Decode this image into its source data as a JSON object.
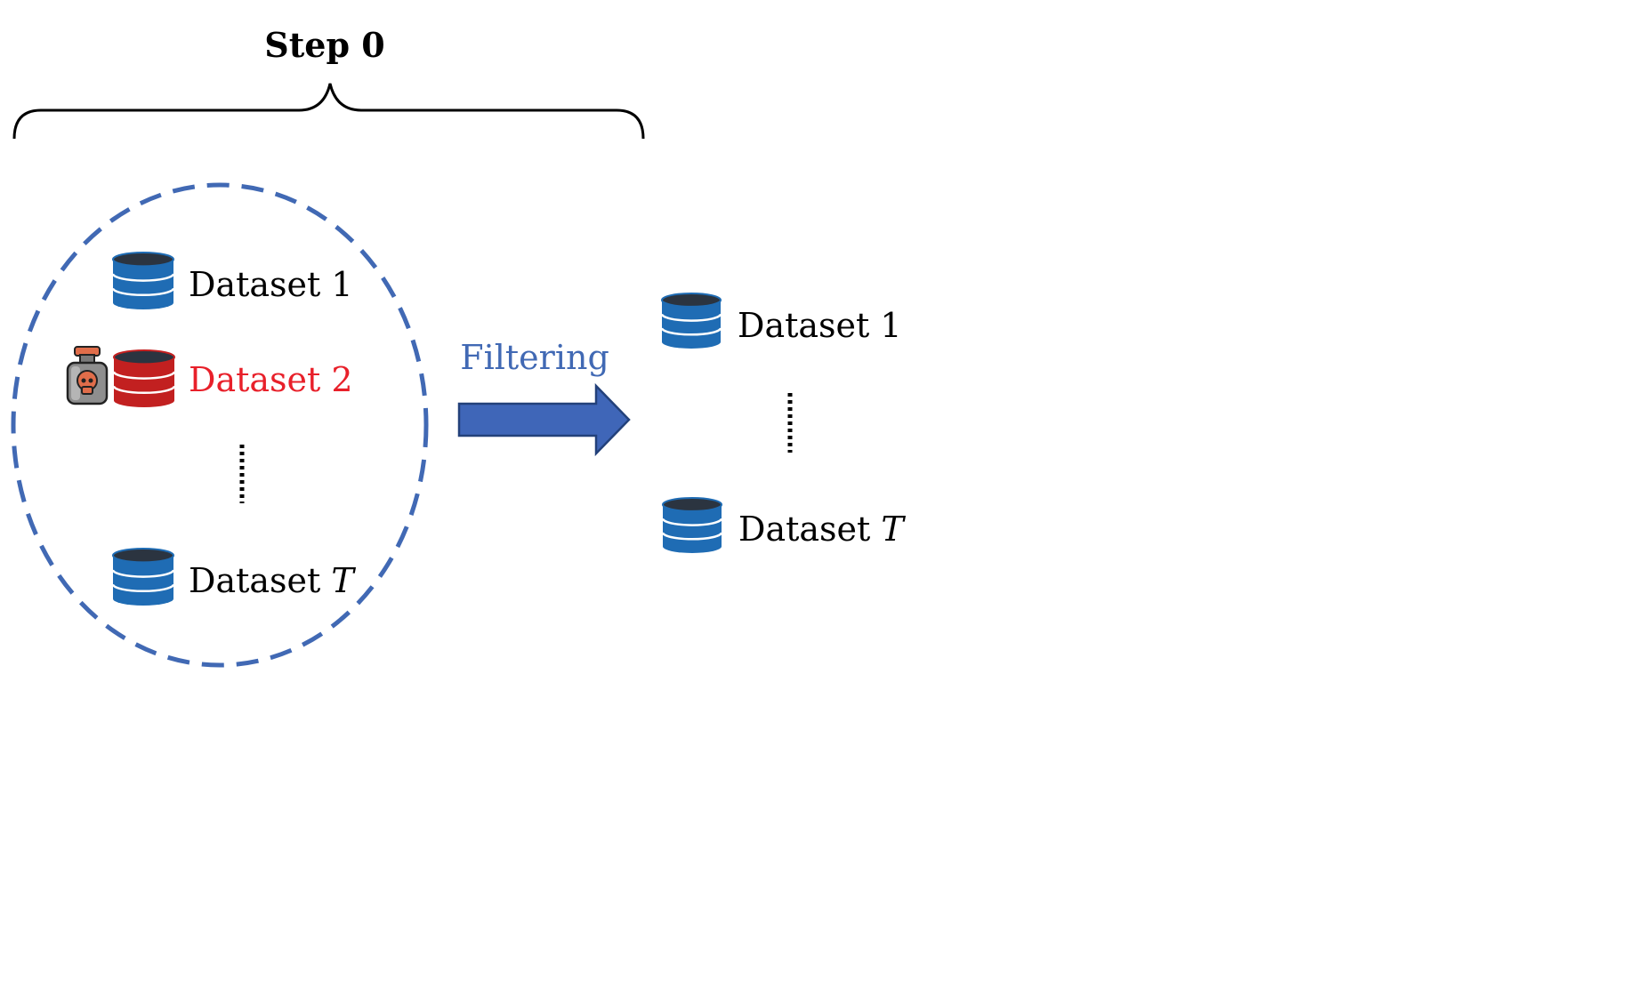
{
  "title": "Step 0",
  "left_group": {
    "items": [
      {
        "label_prefix": "Dataset",
        "label_suffix": "1",
        "poisoned": false
      },
      {
        "label_prefix": "Dataset",
        "label_suffix": "2",
        "poisoned": true
      },
      {
        "label_prefix": "Dataset",
        "label_suffix": "T",
        "poisoned": false
      }
    ]
  },
  "arrow_label": "Filtering",
  "right_group": {
    "items": [
      {
        "label_prefix": "Dataset",
        "label_suffix": "1"
      },
      {
        "label_prefix": "Dataset",
        "label_suffix": "T"
      }
    ]
  },
  "colors": {
    "text": "#000000",
    "poisoned_text": "#e8202a",
    "dataset_blue": "#1f6cb4",
    "dataset_red": "#c22020",
    "dataset_top": "#2b3440",
    "dashed_ellipse": "#4169b4",
    "arrow_fill": "#3f66b8",
    "arrow_stroke": "#23417a",
    "arrow_label": "#4169b4",
    "bottle_body": "#8e8e8e",
    "bottle_cap": "#e06d4a",
    "skull": "#e06d4a"
  },
  "icons": {
    "dataset": "database-icon",
    "poison": "poison-bottle-icon"
  }
}
